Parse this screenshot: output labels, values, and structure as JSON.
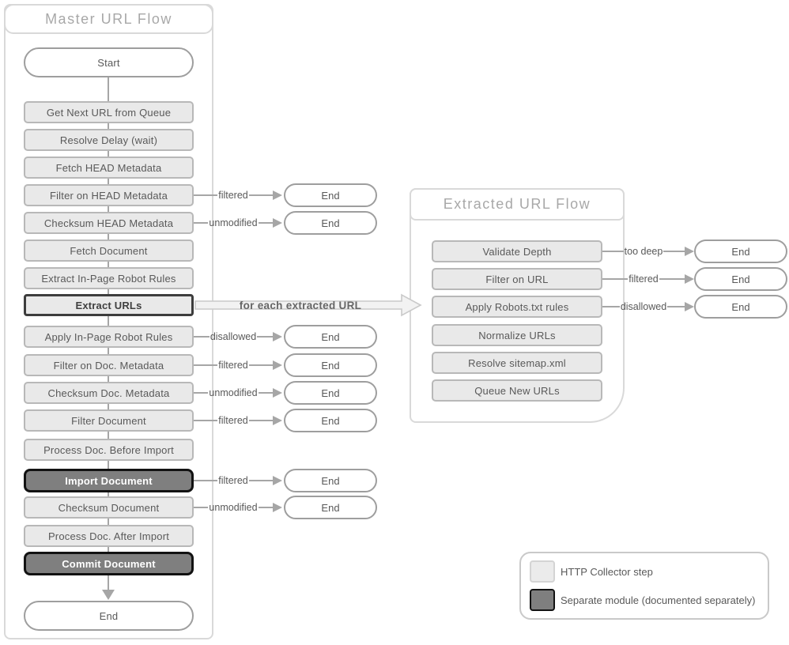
{
  "master_flow": {
    "title": "Master URL Flow",
    "nodes": [
      {
        "type": "start",
        "label": "Start"
      },
      {
        "type": "step",
        "label": "Get Next URL from Queue"
      },
      {
        "type": "step",
        "label": "Resolve Delay (wait)"
      },
      {
        "type": "step",
        "label": "Fetch HEAD Metadata"
      },
      {
        "type": "step",
        "label": "Filter on HEAD Metadata"
      },
      {
        "type": "step",
        "label": "Checksum HEAD Metadata"
      },
      {
        "type": "step",
        "label": "Fetch Document"
      },
      {
        "type": "step",
        "label": "Extract In-Page Robot Rules"
      },
      {
        "type": "highlight",
        "label": "Extract URLs"
      },
      {
        "type": "step",
        "label": "Apply In-Page Robot Rules"
      },
      {
        "type": "step",
        "label": "Filter on Doc. Metadata"
      },
      {
        "type": "step",
        "label": "Checksum Doc. Metadata"
      },
      {
        "type": "step",
        "label": "Filter Document"
      },
      {
        "type": "step",
        "label": "Process Doc. Before Import"
      },
      {
        "type": "module",
        "label": "Import Document"
      },
      {
        "type": "step",
        "label": "Checksum Document"
      },
      {
        "type": "step",
        "label": "Process Doc. After Import"
      },
      {
        "type": "module",
        "label": "Commit Document"
      },
      {
        "type": "end",
        "label": "End"
      }
    ],
    "branches": [
      {
        "from": "Filter on HEAD Metadata",
        "label": "filtered",
        "end": "End"
      },
      {
        "from": "Checksum HEAD Metadata",
        "label": "unmodified",
        "end": "End"
      },
      {
        "from": "Apply In-Page Robot Rules",
        "label": "disallowed",
        "end": "End"
      },
      {
        "from": "Filter on Doc. Metadata",
        "label": "filtered",
        "end": "End"
      },
      {
        "from": "Checksum Doc. Metadata",
        "label": "unmodified",
        "end": "End"
      },
      {
        "from": "Filter Document",
        "label": "filtered",
        "end": "End"
      },
      {
        "from": "Import Document",
        "label": "filtered",
        "end": "End"
      },
      {
        "from": "Checksum Document",
        "label": "unmodified",
        "end": "End"
      }
    ]
  },
  "connector": {
    "label": "for each extracted URL"
  },
  "extracted_flow": {
    "title": "Extracted URL Flow",
    "nodes": [
      {
        "type": "step",
        "label": "Validate Depth"
      },
      {
        "type": "step",
        "label": "Filter on URL"
      },
      {
        "type": "step",
        "label": "Apply Robots.txt rules"
      },
      {
        "type": "step",
        "label": "Normalize URLs"
      },
      {
        "type": "step",
        "label": "Resolve sitemap.xml"
      },
      {
        "type": "step",
        "label": "Queue New URLs"
      }
    ],
    "branches": [
      {
        "from": "Validate Depth",
        "label": "too deep",
        "end": "End"
      },
      {
        "from": "Filter on URL",
        "label": "filtered",
        "end": "End"
      },
      {
        "from": "Apply Robots.txt rules",
        "label": "disallowed",
        "end": "End"
      }
    ]
  },
  "legend": {
    "items": [
      {
        "swatch": "light",
        "label": "HTTP Collector step"
      },
      {
        "swatch": "dark",
        "label": "Separate module (documented separately)"
      }
    ]
  },
  "colors": {
    "step_fill": "#e9e9e9",
    "step_border": "#b8b8b8",
    "module_fill": "#7f7f7f",
    "module_border": "#121212",
    "highlight_border": "#3d3d3d",
    "pill_fill": "#ffffff",
    "pill_border": "#9e9e9e",
    "edge_line": "#a6a6a6",
    "label_text": "#595959",
    "panel_border": "#d9d9d9",
    "panel_title": "#a8a8a8",
    "big_arrow_fill": "#f2f2f2",
    "big_arrow_stroke": "#c9c9c9"
  }
}
